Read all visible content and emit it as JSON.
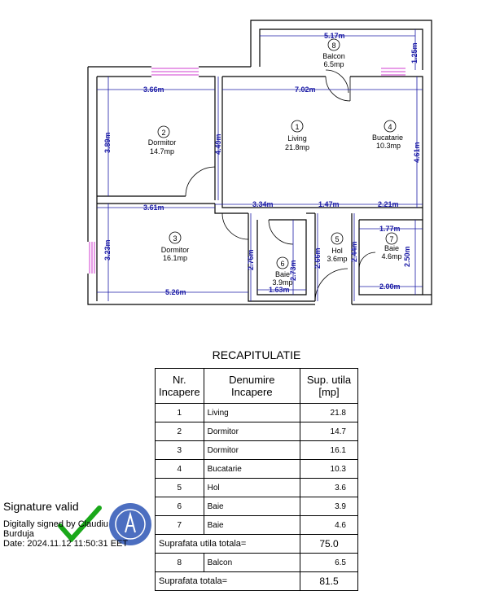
{
  "rooms": [
    {
      "nr": "1",
      "name": "Living",
      "area_label": "21.8mp"
    },
    {
      "nr": "2",
      "name": "Dormitor",
      "area_label": "14.7mp"
    },
    {
      "nr": "3",
      "name": "Dormitor",
      "area_label": "16.1mp"
    },
    {
      "nr": "4",
      "name": "Bucatarie",
      "area_label": "10.3mp"
    },
    {
      "nr": "5",
      "name": "Hol",
      "area_label": "3.6mp"
    },
    {
      "nr": "6",
      "name": "Baie",
      "area_label": "3.9mp"
    },
    {
      "nr": "7",
      "name": "Baie",
      "area_label": "4.6mp"
    },
    {
      "nr": "8",
      "name": "Balcon",
      "area_label": "6.5mp"
    }
  ],
  "dimensions": [
    "5.17m",
    "1.25m",
    "3.66m",
    "7.02m",
    "3.89m",
    "4.49m",
    "4.61m",
    "3.61m",
    "3.34m",
    "1.47m",
    "2.21m",
    "1.77m",
    "3.23m",
    "2.76m",
    "2.73m",
    "2.66m",
    "2.44m",
    "2.50m",
    "5.26m",
    "1.63m",
    "2.00m"
  ],
  "recap": {
    "title": "RECAPITULATIE",
    "headers": {
      "nr": [
        "Nr.",
        "Incapere"
      ],
      "name": [
        "Denumire",
        "Incapere"
      ],
      "area": [
        "Sup. utila",
        "[mp]"
      ]
    },
    "rows": [
      {
        "nr": "1",
        "name": "Living",
        "area": "21.8"
      },
      {
        "nr": "2",
        "name": "Dormitor",
        "area": "14.7"
      },
      {
        "nr": "3",
        "name": "Dormitor",
        "area": "16.1"
      },
      {
        "nr": "4",
        "name": "Bucatarie",
        "area": "10.3"
      },
      {
        "nr": "5",
        "name": "Hol",
        "area": "3.6"
      },
      {
        "nr": "6",
        "name": "Baie",
        "area": "3.9"
      },
      {
        "nr": "7",
        "name": "Baie",
        "area": "4.6"
      }
    ],
    "utila_label": "Suprafata utila totala=",
    "utila_value": "75.0",
    "balcon": {
      "nr": "8",
      "name": "Balcon",
      "area": "6.5"
    },
    "total_label": "Suprafata totala=",
    "total_value": "81.5"
  },
  "signature": {
    "valid": "Signature valid",
    "line1": "Digitally signed by Claudiu",
    "line2": "Burduja",
    "line3": "Date: 2024.11.12 11:50:31 EET"
  },
  "colors": {
    "dimension": "#1c1ca6",
    "window": "#d23cd2",
    "wall": "#000000",
    "check": "#1aa81a",
    "seal": "#2d55b5"
  }
}
